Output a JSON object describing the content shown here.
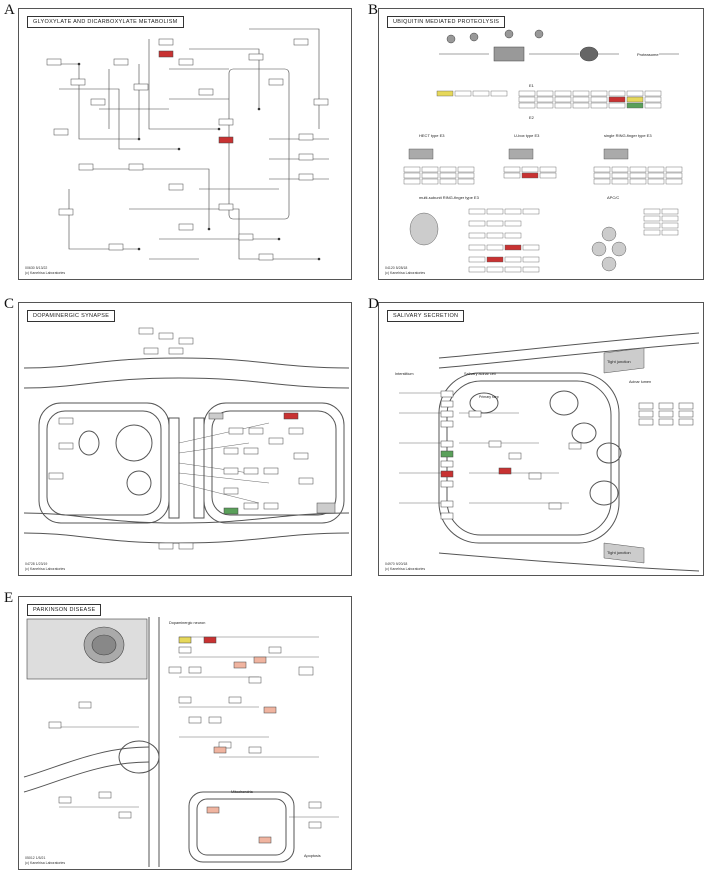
{
  "labels": {
    "a": "A",
    "b": "B",
    "c": "C",
    "d": "D",
    "e": "E"
  },
  "panels": {
    "a": {
      "title": "GLYOXYLATE AND DICARBOXYLATE METABOLISM",
      "footer": "00630 5/13/22\n(c) Kanehisa Laboratories"
    },
    "b": {
      "title": "UBIQUITIN MEDIATED PROTEOLYSIS",
      "footer": "04120 5/28/18\n(c) Kanehisa Laboratories"
    },
    "c": {
      "title": "DOPAMINERGIC SYNAPSE",
      "footer": "04728 1/23/19\n(c) Kanehisa Laboratories"
    },
    "d": {
      "title": "SALIVARY SECRETION",
      "footer": "04970 9/20/18\n(c) Kanehisa Laboratories"
    },
    "e": {
      "title": "PARKINSON DISEASE",
      "footer": "05012 1/5/21\n(c) Kanehisa Laboratories"
    }
  },
  "panel_b": {
    "e1_label": "E1",
    "e2_label": "E2",
    "hect_label": "HECT type E3",
    "ubox_label": "U-box type E3",
    "ring_label": "single RING-finger type E3",
    "multi_label": "multi-subunit RING-finger type E3",
    "apc_label": "APC/C",
    "proteasome_label": "Proteasome"
  },
  "panel_d": {
    "tight_junction_top": "Tight junction",
    "tight_junction_bottom": "Tight junction",
    "interstitium": "Interstitium",
    "acinar_cell": "Salivary acinar cell",
    "acinar_lumen": "Acinar lumen",
    "primary_step": "Primary step"
  },
  "panel_e": {
    "dopamine_neuron": "Dopaminergic neuron",
    "mitochondria": "Mitochondria",
    "apoptosis": "Apoptosis"
  },
  "highlight_colors": {
    "red": "#c83232",
    "green": "#5aa05a",
    "yellow": "#e6d85a",
    "pink": "#f0b4a0"
  }
}
